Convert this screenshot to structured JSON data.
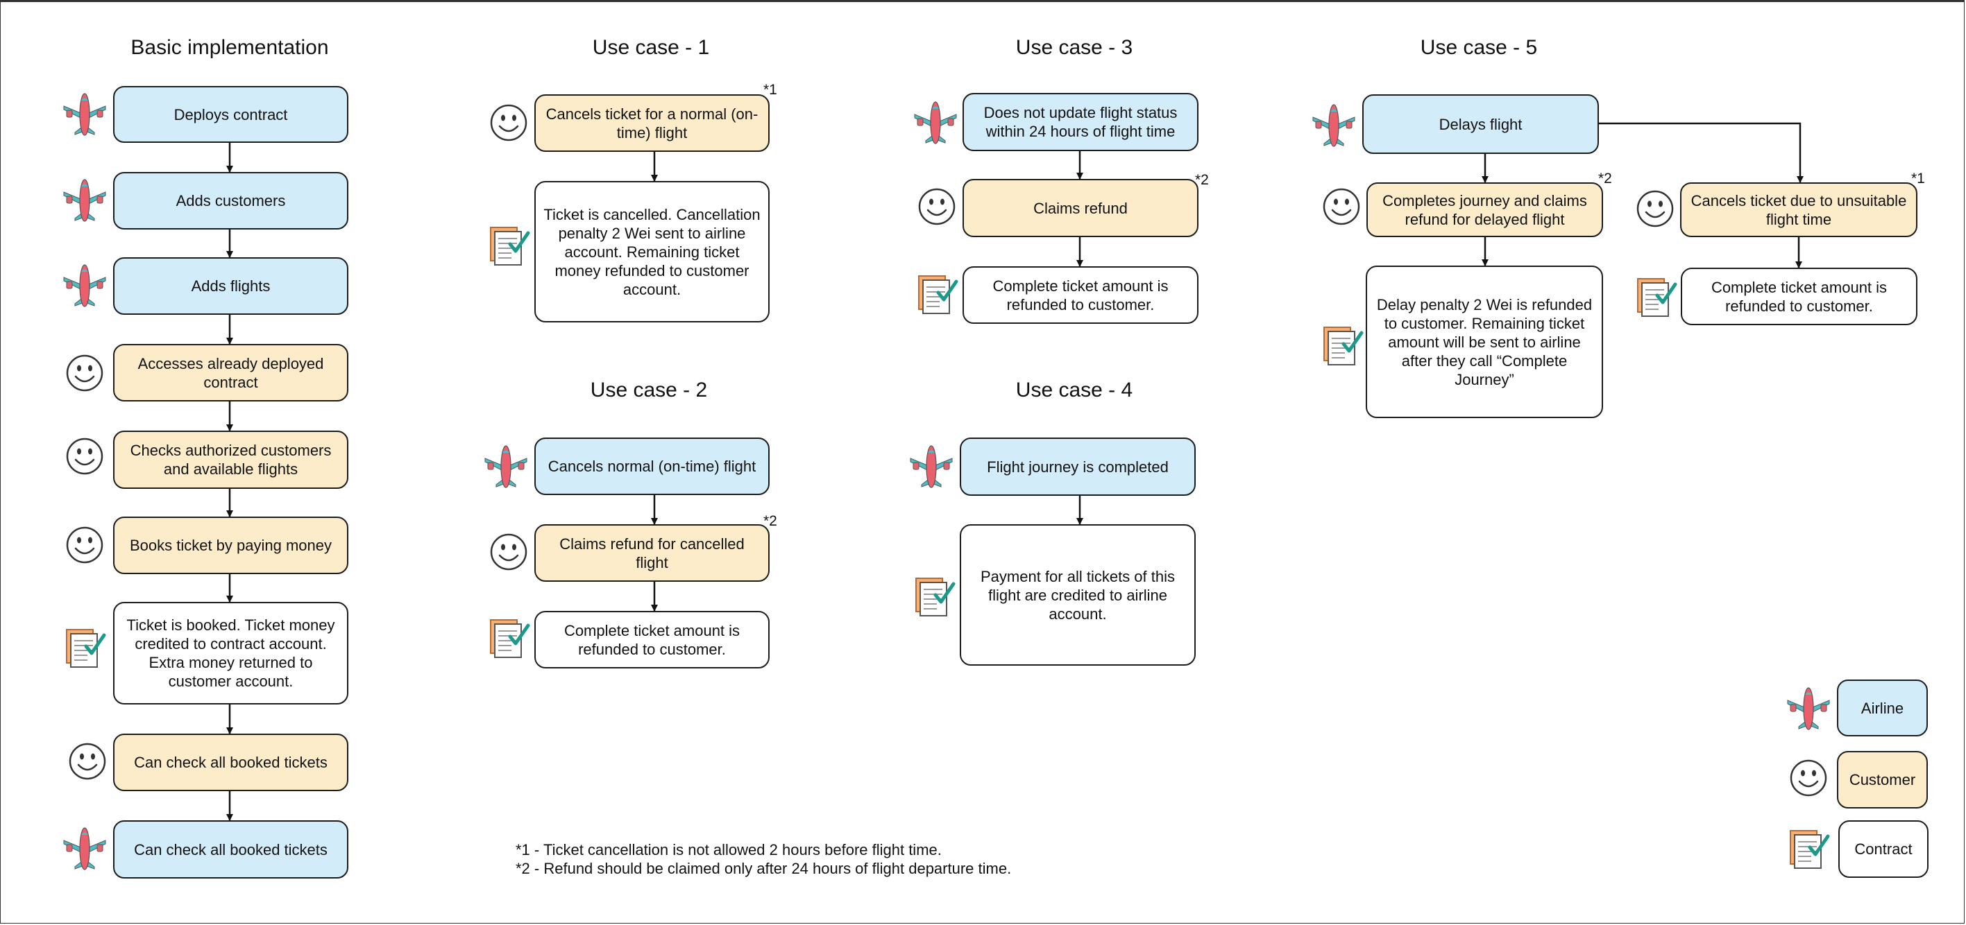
{
  "titles": {
    "basic": "Basic implementation",
    "uc1": "Use case - 1",
    "uc2": "Use case - 2",
    "uc3": "Use case - 3",
    "uc4": "Use case - 4",
    "uc5": "Use case - 5"
  },
  "basic": {
    "step1": "Deploys contract",
    "step2": "Adds customers",
    "step3": "Adds flights",
    "step4": "Accesses already deployed contract",
    "step5": "Checks authorized customers and available flights",
    "step6": "Books ticket by paying money",
    "step7": "Ticket is booked. Ticket money credited to contract account. Extra money returned to customer account.",
    "step8": "Can check all booked tickets",
    "step9": "Can check all booked tickets"
  },
  "uc1": {
    "step1": "Cancels ticket for a normal (on-time) flight",
    "step1_mark": "*1",
    "step2": "Ticket is cancelled. Cancellation penalty 2 Wei sent to airline account. Remaining ticket money refunded to customer account."
  },
  "uc2": {
    "step1": "Cancels normal (on-time) flight",
    "step2": "Claims refund for cancelled flight",
    "step2_mark": "*2",
    "step3": "Complete ticket amount is refunded to customer."
  },
  "uc3": {
    "step1": "Does not update flight status within 24 hours of flight time",
    "step2": "Claims refund",
    "step2_mark": "*2",
    "step3": "Complete ticket amount is refunded to customer."
  },
  "uc4": {
    "step1": "Flight journey is completed",
    "step2": "Payment for all tickets of this flight are credited to airline account."
  },
  "uc5": {
    "step1": "Delays flight",
    "left1": "Completes journey and claims refund for delayed flight",
    "left1_mark": "*2",
    "left2": "Delay penalty 2 Wei is refunded to customer. Remaining ticket amount  will be sent to airline after they call “Complete Journey”",
    "right1": "Cancels ticket due to unsuitable flight time",
    "right1_mark": "*1",
    "right2": "Complete ticket amount is refunded to customer."
  },
  "legend": {
    "airline": "Airline",
    "customer": "Customer",
    "contract": "Contract"
  },
  "footnotes": {
    "note1": "*1 - Ticket cancellation is not allowed 2 hours before flight time.",
    "note2": "*2 - Refund should be claimed only after 24 hours of flight departure time."
  },
  "colors": {
    "airline_fill": "#d2ecfa",
    "customer_fill": "#fdecc9",
    "contract_fill": "#ffffff",
    "stroke": "#1c1c1c"
  },
  "icons": [
    "airplane-icon",
    "smiley-face-icon",
    "contract-document-icon"
  ]
}
